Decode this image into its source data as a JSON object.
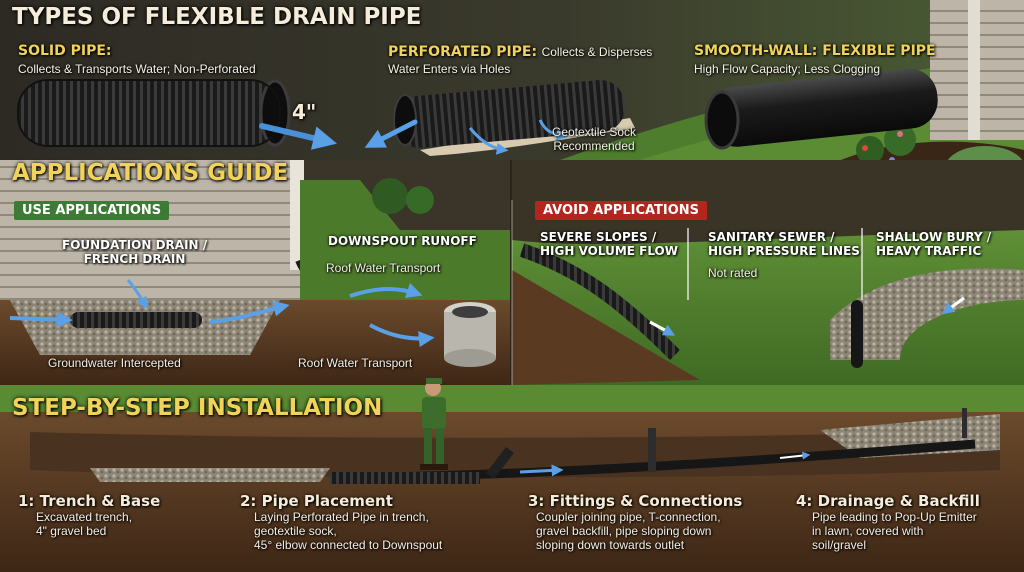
{
  "title": "TYPES OF FLEXIBLE DRAIN PIPE",
  "pipe_types": {
    "solid": {
      "name": "SOLID PIPE:",
      "desc": "Collects & Transports Water; Non-Perforated",
      "size": "4\""
    },
    "perforated": {
      "name": "PERFORATED PIPE:",
      "desc_inline": "Collects & Disperses",
      "desc2": "Water Enters via Holes",
      "sock_line1": "Geotextile Sock",
      "sock_line2": "Recommended"
    },
    "smooth": {
      "name": "SMOOTH-WALL: FLEXIBLE PIPE",
      "desc": "High Flow Capacity; Less Clogging"
    }
  },
  "applications": {
    "title": "APPLICATIONS GUIDE",
    "use_label": "USE APPLICATIONS",
    "avoid_label": "AVOID APPLICATIONS",
    "use": {
      "foundation_line1": "FOUNDATION DRAIN /",
      "foundation_line2": "FRENCH DRAIN",
      "groundwater": "Groundwater Intercepted",
      "downspout": "DOWNSPOUT RUNOFF",
      "roof1": "Roof Water Transport",
      "roof2": "Roof Water Transport"
    },
    "avoid": {
      "slopes_line1": "SEVERE SLOPES /",
      "slopes_line2": "HIGH VOLUME FLOW",
      "sewer_line1": "SANITARY SEWER /",
      "sewer_line2": "HIGH PRESSURE LINES",
      "sewer_note": "Not rated",
      "shallow_line1": "SHALLOW BURY /",
      "shallow_line2": "HEAVY TRAFFIC"
    }
  },
  "installation": {
    "title": "STEP-BY-STEP INSTALLATION",
    "steps": [
      {
        "title": "1: Trench & Base",
        "desc": "Excavated trench,\n4\" gravel bed"
      },
      {
        "title": "2: Pipe Placement",
        "desc": "Laying Perforated Pipe in trench,\ngeotextile sock,\n45° elbow connected to Downspout"
      },
      {
        "title": "3: Fittings & Connections",
        "desc": "Coupler joining pipe, T-connection,\ngravel backfill, pipe sloping down\nsloping down towards outlet"
      },
      {
        "title": "4: Drainage & Backfill",
        "desc": "Pipe leading to Pop-Up Emitter\nin lawn, covered with\nsoil/gravel"
      }
    ]
  },
  "colors": {
    "use_badge": "#3d7a33",
    "avoid_badge": "#b3261e",
    "title_text": "#f5ecd9",
    "highlight": "#f2d35a",
    "water_arrow": "#4a90d9",
    "pipe": "#1c1c1c",
    "grass": "#4f7d2e",
    "soil": "#5a3b22"
  },
  "icons": [
    "flow-arrow-icon",
    "caution-arrow-icon"
  ]
}
